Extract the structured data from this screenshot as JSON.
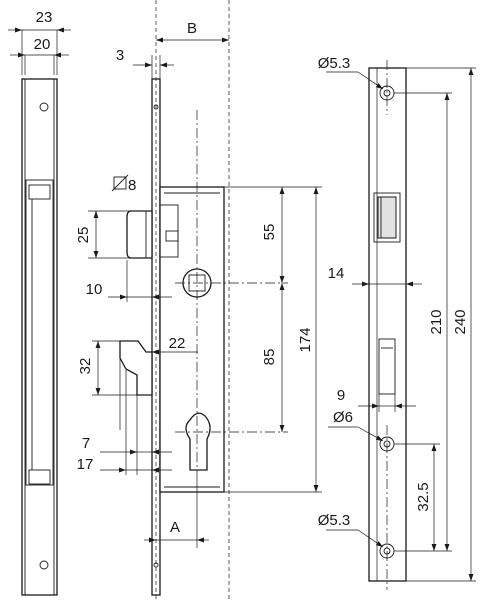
{
  "dimensions": {
    "faceplate_outer_width": "23",
    "faceplate_inner_width": "20",
    "plate_thickness": "3",
    "backset": "B",
    "spindle_square": "8",
    "latch_height": "25",
    "latch_projection": "10",
    "bolt_height": "32",
    "bolt_throw": "22",
    "dim_7": "7",
    "dim_17": "17",
    "lever_to_cylinder_top": "55",
    "lever_to_cylinder": "85",
    "case_height": "174",
    "hole_dia_top": "Ø5.3",
    "hole_dia_bottom": "Ø5.3",
    "hole_dia_mid": "Ø6",
    "strike_latch_width": "14",
    "strike_bolt_width": "9",
    "hole_spacing": "32.5",
    "strike_hole_span": "210",
    "strike_length": "240",
    "cylinder_offset": "A"
  },
  "colors": {
    "line": "#1a1a1a",
    "background": "#ffffff"
  }
}
